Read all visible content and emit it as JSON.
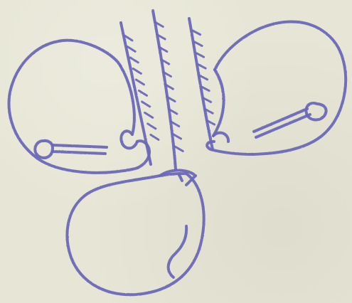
{
  "image": {
    "paper_color": "#e7e6d6",
    "ink_color": "#6b68b8"
  },
  "objects": {
    "left_funnel_icon": "funnel-with-handle",
    "right_funnel_icon": "funnel-with-handle",
    "bottom_flask_icon": "round-bottom-flask",
    "stem_icons": [
      "serrated-stem",
      "serrated-stem",
      "serrated-stem"
    ]
  }
}
